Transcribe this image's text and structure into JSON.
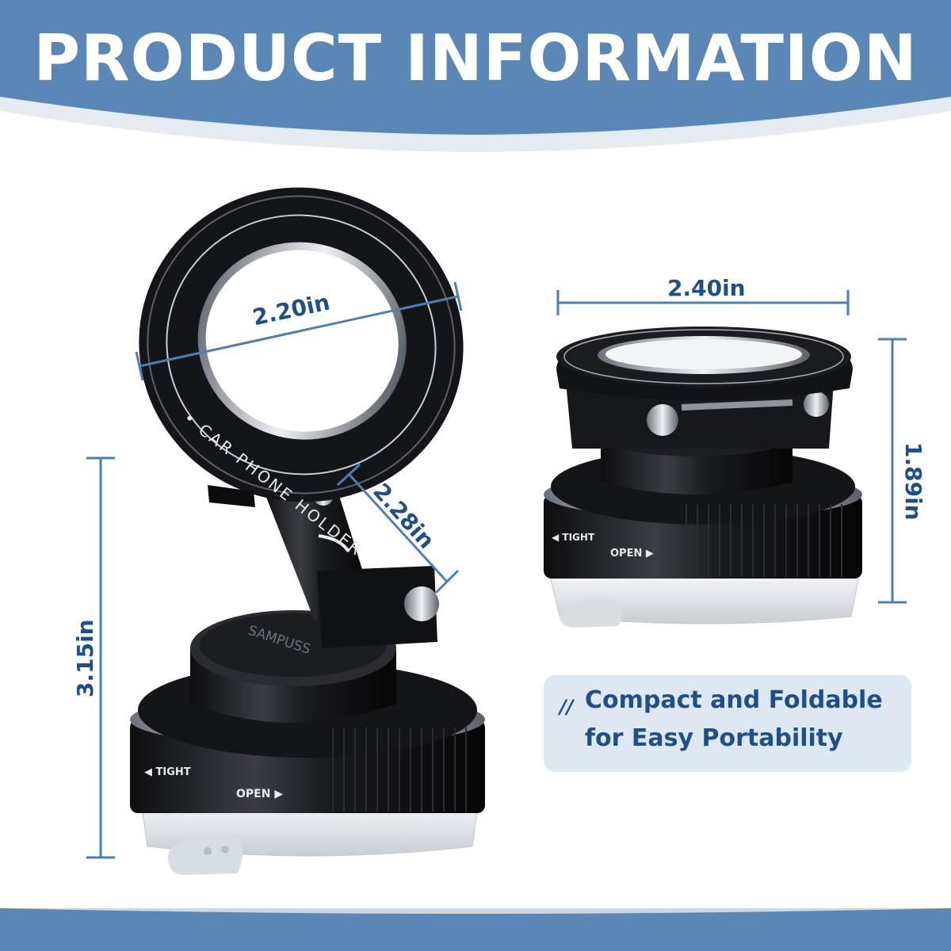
{
  "header": {
    "title": "PRODUCT INFORMATION"
  },
  "dimensions": {
    "ring_diameter": "2.20in",
    "arm_length": "2.28in",
    "total_height": "3.15in",
    "folded_width": "2.40in",
    "folded_height": "1.89in"
  },
  "product_markings": {
    "ring_text": "• CAR PHONE HOLDER",
    "brand": "SAMPUSS",
    "dial_left": "◀ TIGHT",
    "dial_right": "OPEN ▶"
  },
  "feature": {
    "slashes": "//",
    "line1": "Compact and Foldable",
    "line2": "for Easy Portability"
  },
  "colors": {
    "banner_blue": "#5b87b7",
    "dimension_blue": "#1f4f86",
    "feature_bg": "#dde8f3"
  }
}
